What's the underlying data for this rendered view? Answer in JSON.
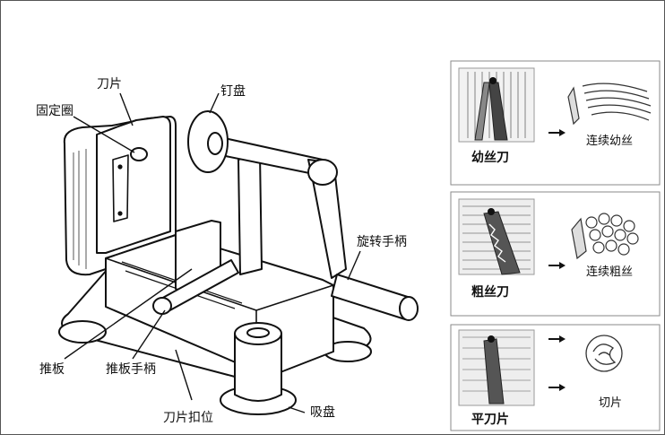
{
  "machine_labels": {
    "blade": "刀片",
    "fixing_ring": "固定圈",
    "spike_plate": "钉盘",
    "rotary_handle": "旋转手柄",
    "push_plate": "推板",
    "push_plate_handle": "推板手柄",
    "blade_clasp": "刀片扣位",
    "suction_cup": "吸盘"
  },
  "blades": [
    {
      "name": "幼丝刀",
      "results": [
        "连续幼丝"
      ]
    },
    {
      "name": "粗丝刀",
      "results": [
        "连续粗丝"
      ]
    },
    {
      "name": "平刀片",
      "results": [
        "切片"
      ]
    }
  ],
  "colors": {
    "line": "#111111",
    "panel_border": "#8a8a8a"
  }
}
